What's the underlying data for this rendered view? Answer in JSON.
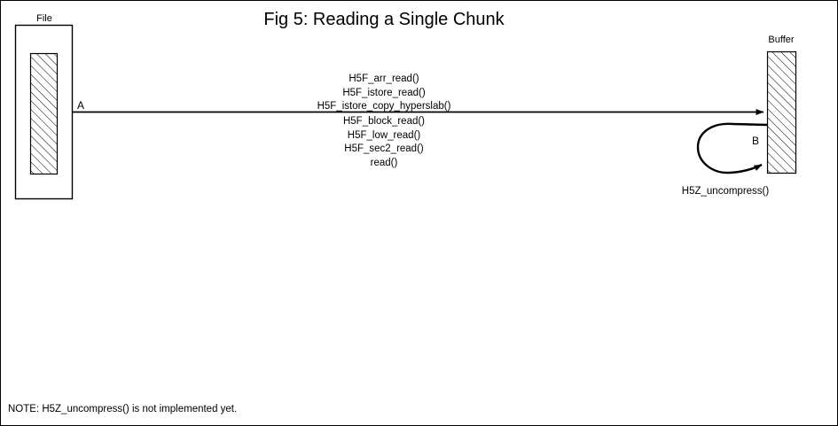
{
  "title": "Fig 5:  Reading a Single Chunk",
  "nodes": {
    "file": {
      "caption": "File",
      "endpoint_label": "A"
    },
    "buffer": {
      "caption": "Buffer",
      "endpoint_label": "B"
    }
  },
  "call_stack": {
    "above_line": [
      "H5F_arr_read()",
      "H5F_istore_read()",
      "H5F_istore_copy_hyperslab()"
    ],
    "below_line": [
      "H5F_block_read()",
      "H5F_low_read()",
      "H5F_sec2_read()",
      "read()"
    ]
  },
  "loop": {
    "caption": "H5Z_uncompress()"
  },
  "footer": {
    "note": "NOTE: H5Z_uncompress() is not implemented yet."
  },
  "colors": {
    "stroke": "#000000",
    "background": "#ffffff",
    "hatch": "#000000"
  }
}
